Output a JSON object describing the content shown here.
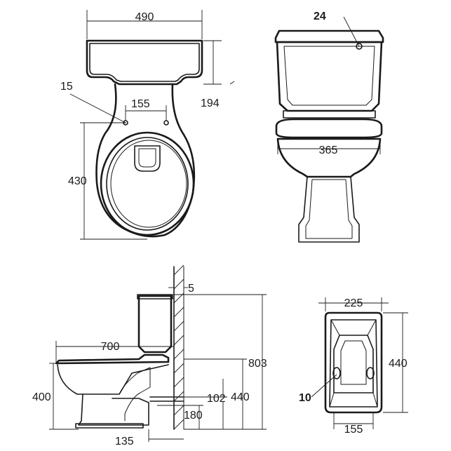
{
  "dimensions": {
    "tank_width": "490",
    "screw_dia": "15",
    "screw_spacing": "155",
    "tank_depth": "194",
    "bowl_depth": "430",
    "flush_button": "24",
    "bowl_width": "365",
    "wall_gap": "5",
    "total_length": "700",
    "total_height": "803",
    "seat_height": "400",
    "inlet_height": "102",
    "outlet_height": "440",
    "outlet_low": "180",
    "outlet_offset": "135",
    "base_width": "225",
    "base_depth": "440",
    "base_hole": "10",
    "base_inner": "155"
  }
}
